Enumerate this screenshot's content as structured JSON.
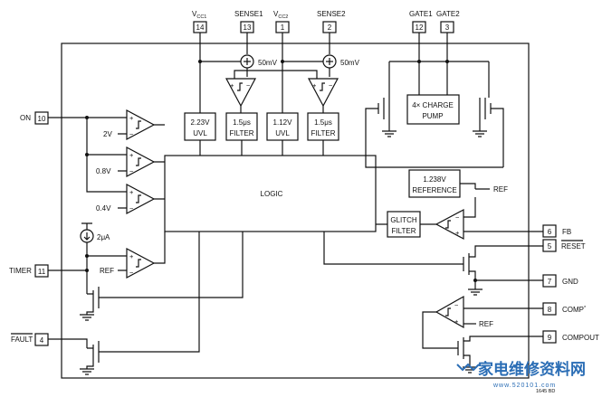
{
  "pins": {
    "vcc1": {
      "num": "14"
    },
    "sense1": {
      "label": "SENSE1",
      "num": "13"
    },
    "vcc2": {
      "num": "1"
    },
    "sense2": {
      "label": "SENSE2",
      "num": "2"
    },
    "gate1": {
      "label": "GATE1",
      "num": "12"
    },
    "gate2": {
      "label": "GATE2",
      "num": "3"
    },
    "on": {
      "label": "ON",
      "num": "10"
    },
    "timer": {
      "label": "TIMER",
      "num": "11"
    },
    "fault": {
      "label": "FAULT",
      "num": "4"
    },
    "fb": {
      "label": "FB",
      "num": "6"
    },
    "reset": {
      "label": "RESET",
      "num": "5"
    },
    "gnd": {
      "label": "GND",
      "num": "7"
    },
    "comp": {
      "label": "COMP",
      "num": "8"
    },
    "compout": {
      "label": "COMPOUT",
      "num": "9"
    }
  },
  "vcc_main": "V",
  "vcc1_sub": "CC1",
  "vcc2_sub": "CC2",
  "comp_star": "*",
  "blocks": {
    "uvl1": [
      "2.23V",
      "UVL"
    ],
    "filter1": [
      "1.5μs",
      "FILTER"
    ],
    "uvl2": [
      "1.12V",
      "UVL"
    ],
    "filter2": [
      "1.5μs",
      "FILTER"
    ],
    "charge_pump": [
      "4× CHARGE",
      "PUMP"
    ],
    "logic": "LOGIC",
    "reference": [
      "1.238V",
      "REFERENCE"
    ],
    "glitch": [
      "GLITCH",
      "FILTER"
    ]
  },
  "labels": {
    "sense_offset1": "50mV",
    "sense_offset2": "50mV",
    "v2": "2V",
    "v08": "0.8V",
    "v04": "0.4V",
    "current": "2μA",
    "ref_timer": "REF",
    "ref_out": "REF",
    "ref_comp": "REF",
    "fig_id": "1645 BD"
  },
  "watermark": {
    "main": "家电维修资料网",
    "url": "www.520101.com"
  }
}
